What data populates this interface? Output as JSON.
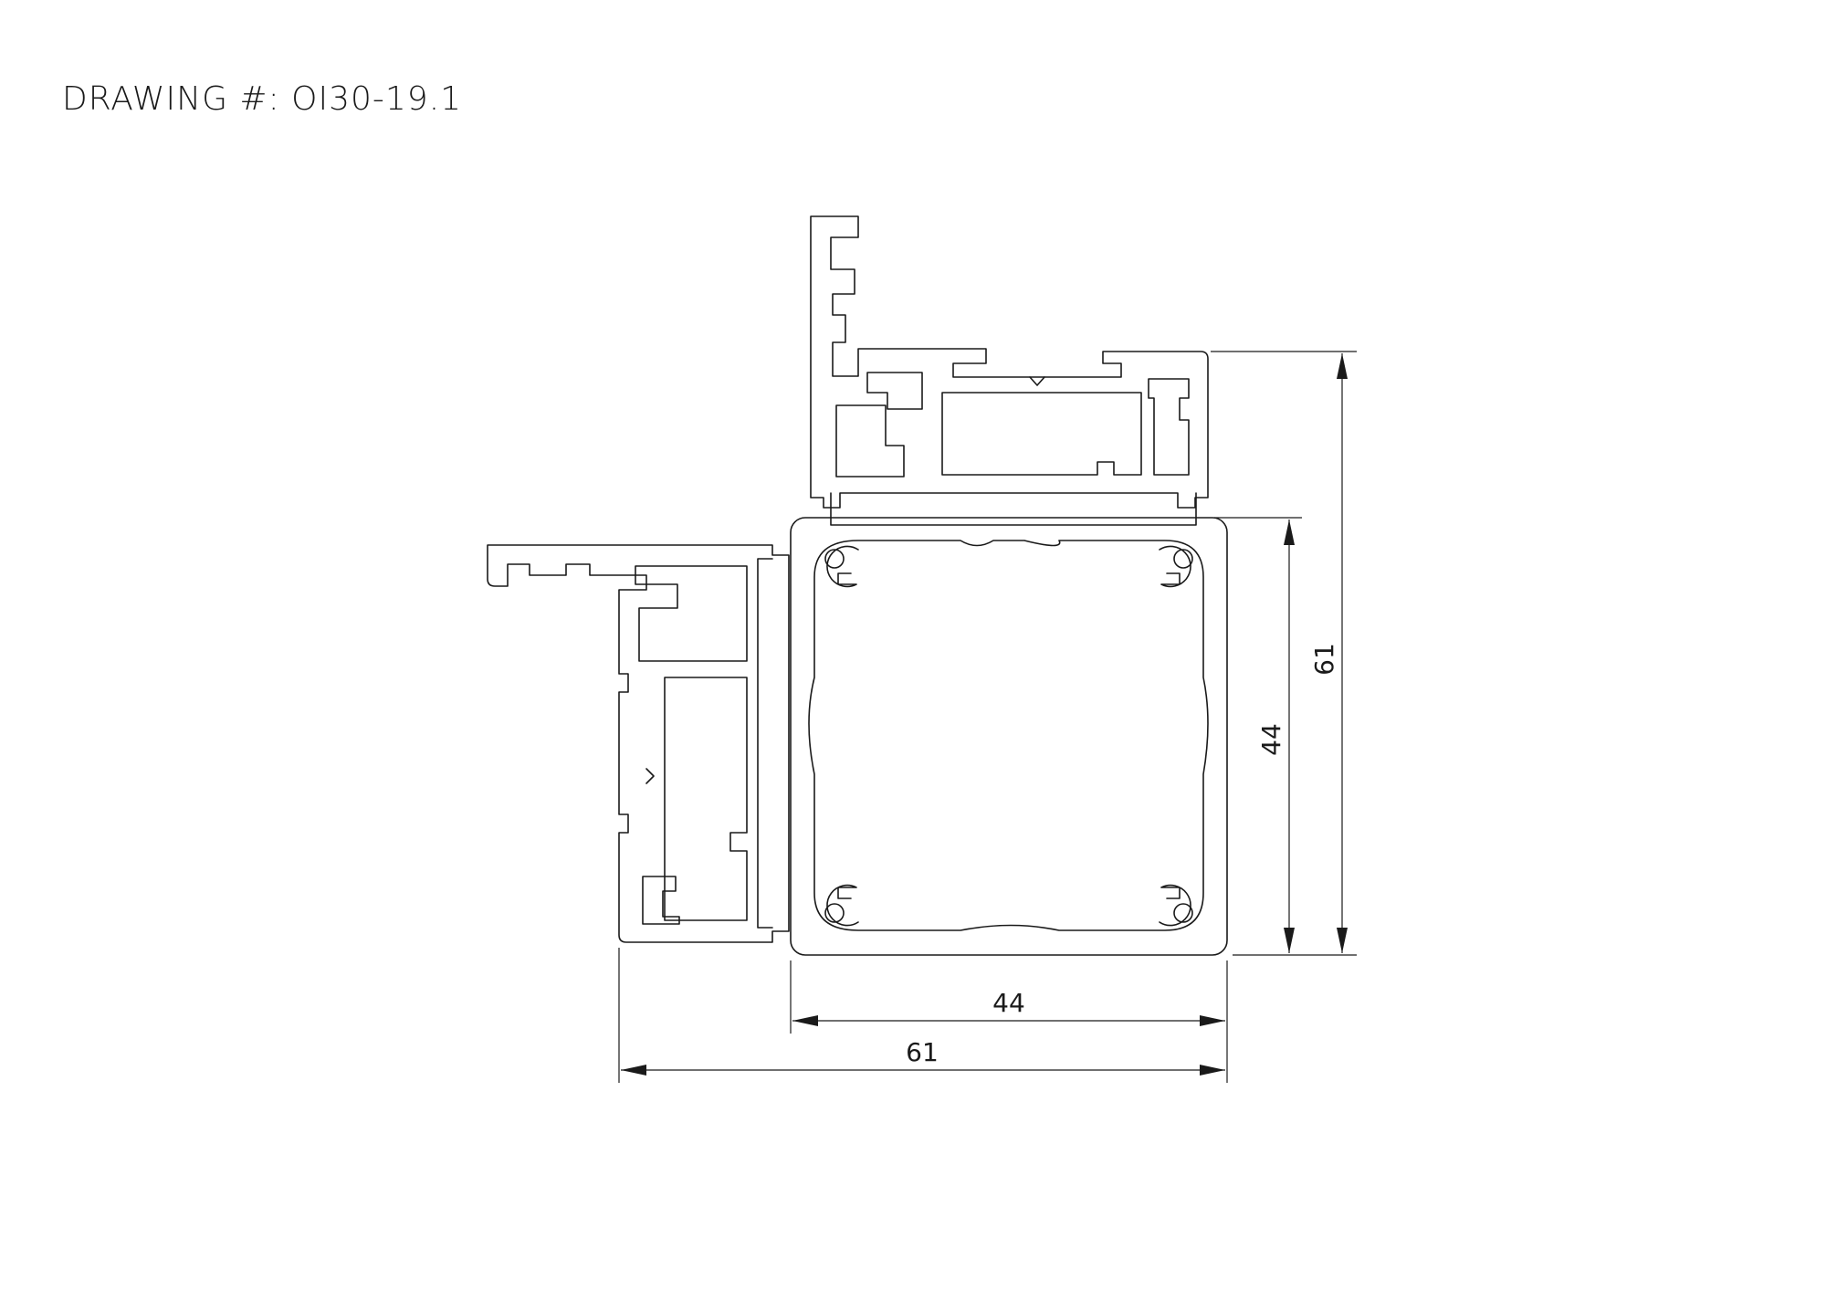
{
  "drawing": {
    "title": "DRAWING #: OI30-19.1"
  },
  "dimensions": {
    "inner_width": "44",
    "outer_width": "61",
    "inner_height": "44",
    "outer_height": "61"
  }
}
